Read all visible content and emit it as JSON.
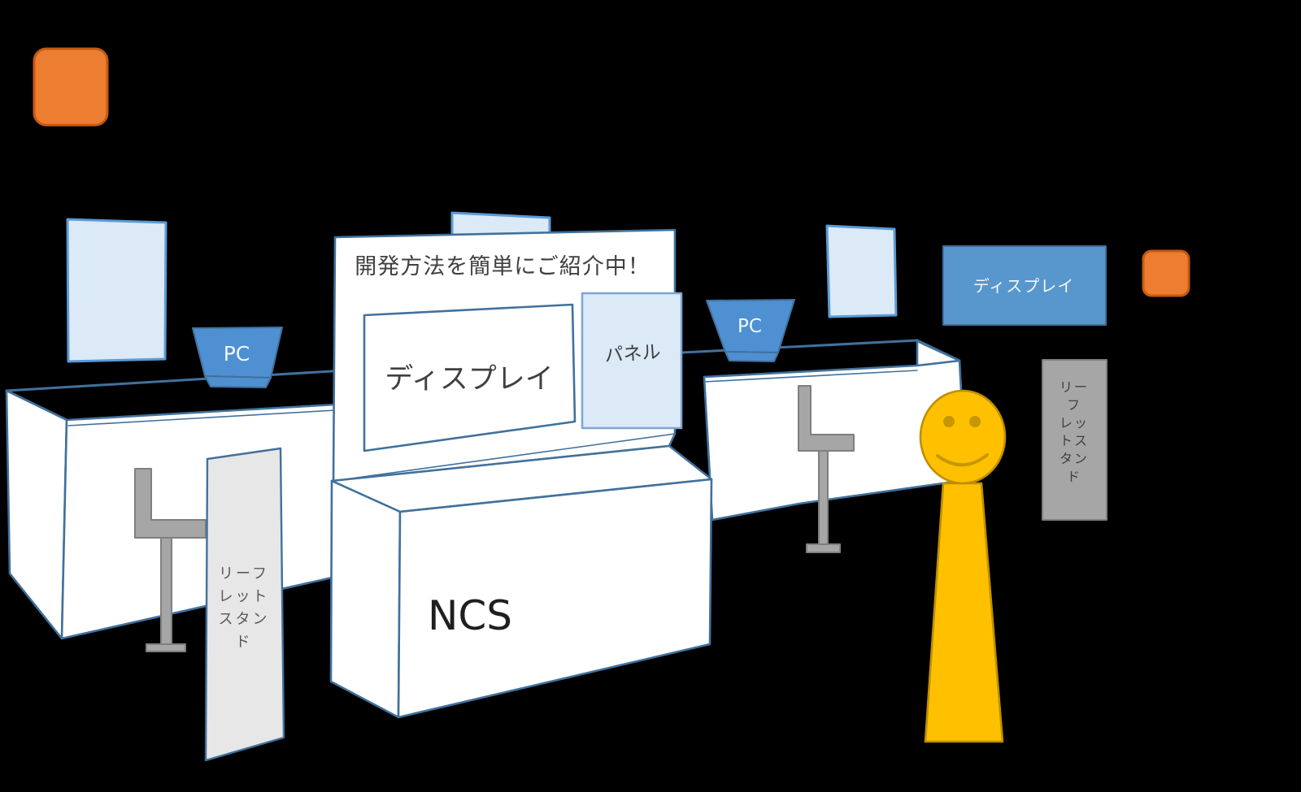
{
  "colors": {
    "background": "#000000",
    "outline_blue": "#41719C",
    "light_blue_fill": "#DCE9F7",
    "light_blue_stroke": "#5B9BD5",
    "accent_blue": "#4E90D2",
    "sign_blue": "#5897CE",
    "orange": "#ED7D31",
    "orange_stroke": "#C55A11",
    "gray_fill": "#A6A6A6",
    "gray_stroke": "#7F7F7F",
    "light_gray_fill": "#E7E7E7",
    "gold": "#FFC000",
    "gold_stroke": "#BF9000",
    "text_dark": "#404040",
    "text_white": "#F2F7FC"
  },
  "booth": {
    "banner_text": "開発方法を簡単にご紹介中！",
    "display_screen_label": "ディスプレイ",
    "panel_label": "パネル",
    "counter_label": "NCS"
  },
  "left_table": {
    "pc_label": "PC"
  },
  "right_table": {
    "pc_label": "PC"
  },
  "display_sign_label": "ディスプレイ",
  "leaflet_stand_left": {
    "full_text": "リーフレットスタンド",
    "lines": [
      "リーフ",
      "レット",
      "スタン",
      "ド"
    ]
  },
  "leaflet_stand_right": {
    "full_text": "リーフレットスタンド",
    "lines": [
      "リー",
      "フ",
      "レッ",
      "トス",
      "タン",
      "ド"
    ]
  }
}
